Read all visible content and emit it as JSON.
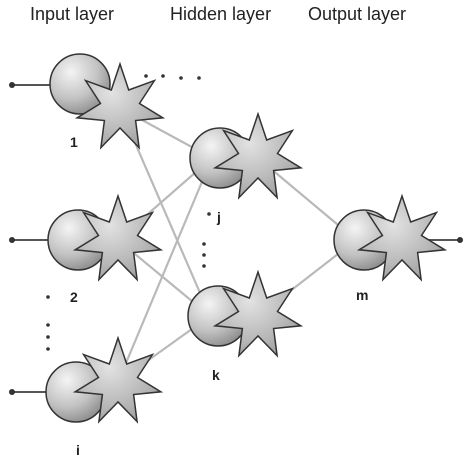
{
  "headers": {
    "input": "Input layer",
    "hidden": "Hidden layer",
    "output": "Output layer"
  },
  "neurons": {
    "input": [
      {
        "id": "n1",
        "label": "1"
      },
      {
        "id": "n2",
        "label": "2"
      },
      {
        "id": "ni",
        "label": "i"
      }
    ],
    "hidden": [
      {
        "id": "nj",
        "label": "j"
      },
      {
        "id": "nk",
        "label": "k"
      }
    ],
    "output": [
      {
        "id": "nm",
        "label": "m"
      }
    ]
  },
  "connections": [
    [
      "n1",
      "nj"
    ],
    [
      "n1",
      "nk"
    ],
    [
      "n2",
      "nj"
    ],
    [
      "n2",
      "nk"
    ],
    [
      "ni",
      "nj"
    ],
    [
      "ni",
      "nk"
    ],
    [
      "nj",
      "nm"
    ],
    [
      "nk",
      "nm"
    ]
  ],
  "colors": {
    "line": "#b9b9b9",
    "outline": "#333333",
    "circle_fill_light": "#f4f4f4",
    "circle_fill_dark": "#8c8c8c",
    "star_fill_light": "#e2e2e2",
    "star_fill_dark": "#9a9a9a",
    "text": "#222222"
  }
}
